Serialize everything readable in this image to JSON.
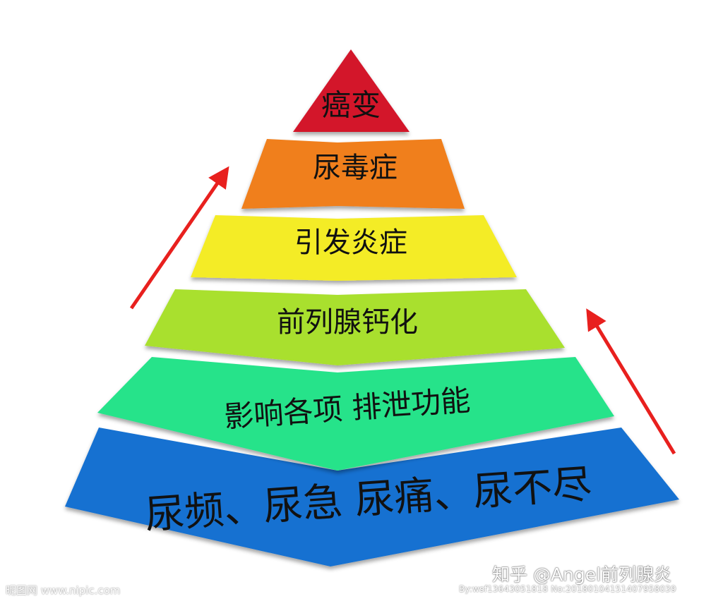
{
  "pyramid": {
    "tiers": [
      {
        "label": "癌变",
        "color": "#d3162c"
      },
      {
        "label": "尿毒症",
        "color": "#f07f1c"
      },
      {
        "label": "引发炎症",
        "color": "#f4ec25"
      },
      {
        "label": "前列腺钙化",
        "color": "#a9e02e"
      },
      {
        "label": "影响各项 排泄功能",
        "color": "#27e38a"
      },
      {
        "label": "尿频、尿急 尿痛、尿不尽",
        "color": "#1471d1"
      }
    ],
    "arrow_color": "#e8201e"
  },
  "watermarks": {
    "site": "昵图网 www.nipic.com",
    "brand": "知乎 @Angel前列腺炎",
    "serial": "By:wsf13643051818  No:20180104151407958039"
  }
}
